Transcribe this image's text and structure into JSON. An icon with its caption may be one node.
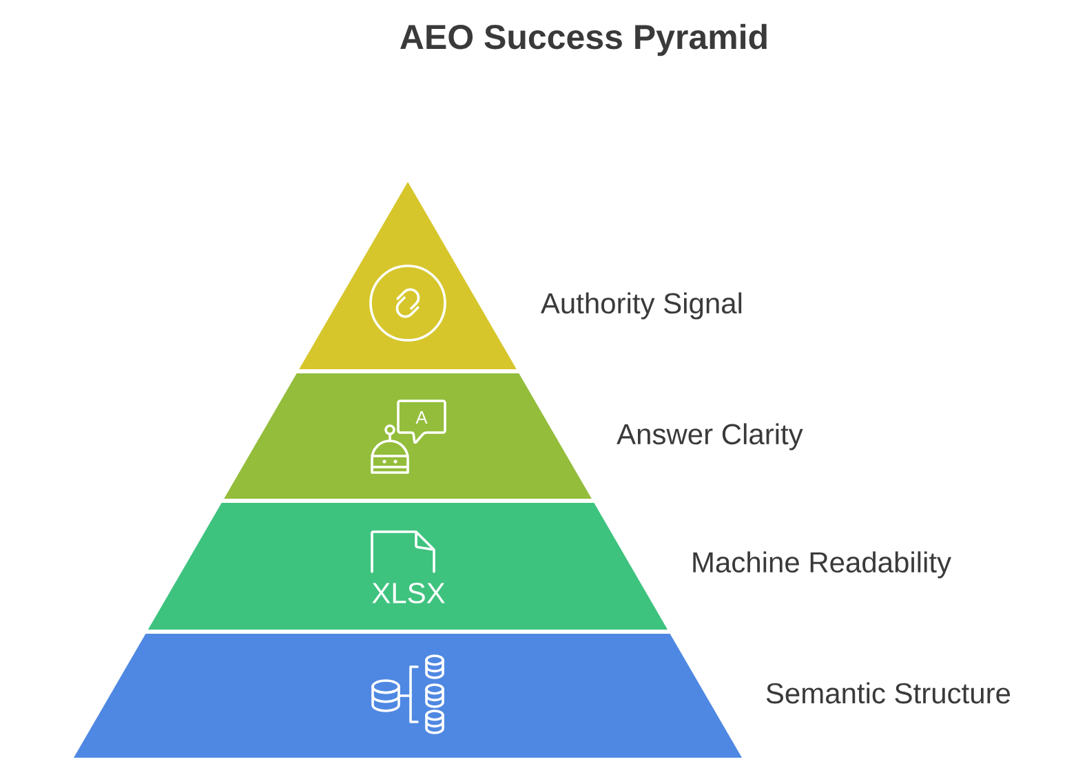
{
  "diagram": {
    "title": "AEO Success Pyramid",
    "nodes": [
      {
        "text": [
          "Authority Signal"
        ]
      },
      {
        "text": [
          "Answer Clarity"
        ]
      },
      {
        "text": [
          "Machine Readability"
        ]
      },
      {
        "text": [
          "Semantic Structure"
        ]
      }
    ],
    "labels": [
      "A",
      "XLSX"
    ]
  }
}
